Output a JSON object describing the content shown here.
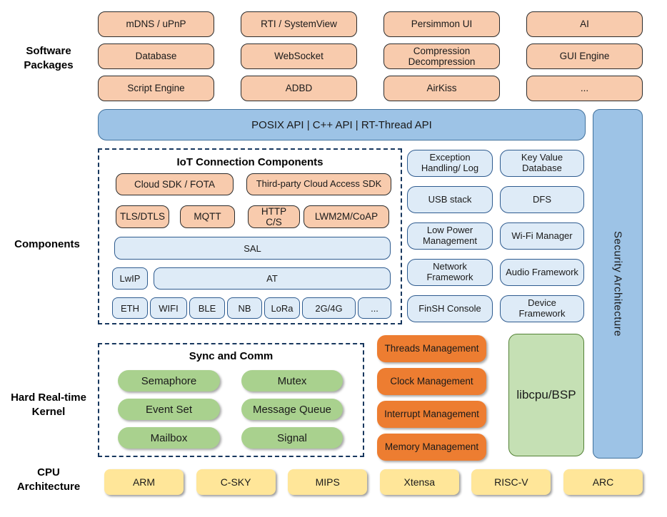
{
  "side_labels": {
    "software_packages": "Software Packages",
    "components": "Components",
    "kernel": "Hard Real-time Kernel",
    "cpu": "CPU Architecture"
  },
  "software_packages": {
    "items": [
      "mDNS / uPnP",
      "RTI / SystemView",
      "Persimmon UI",
      "AI",
      "Database",
      "WebSocket",
      "Compression Decompression",
      "GUI Engine",
      "Script Engine",
      "ADBD",
      "AirKiss",
      "..."
    ]
  },
  "api_bar": {
    "label": "POSIX API  |  C++ API  |  RT-Thread API"
  },
  "security": {
    "label": "Security Architecture"
  },
  "iot": {
    "title": "IoT Connection Components",
    "sdk_row": [
      "Cloud SDK / FOTA",
      "Third-party Cloud Access SDK"
    ],
    "proto_row": [
      "TLS/DTLS",
      "MQTT",
      "HTTP C/S",
      "LWM2M/CoAP"
    ],
    "sal": "SAL",
    "lwip": "LwIP",
    "at": "AT",
    "links": [
      "ETH",
      "WIFI",
      "BLE",
      "NB",
      "LoRa",
      "2G/4G",
      "..."
    ]
  },
  "component_boxes": {
    "items": [
      "Exception Handling/ Log",
      "Key Value Database",
      "USB stack",
      "DFS",
      "Low Power Management",
      "Wi-Fi Manager",
      "Network Framework",
      "Audio Framework",
      "FinSH Console",
      "Device Framework"
    ]
  },
  "kernel": {
    "sync_title": "Sync and Comm",
    "sync_items": [
      "Semaphore",
      "Mutex",
      "Event Set",
      "Message Queue",
      "Mailbox",
      "Signal"
    ],
    "management": [
      "Threads Management",
      "Clock Management",
      "Interrupt Management",
      "Memory Management"
    ],
    "libcpu": "libcpu/BSP"
  },
  "cpu": {
    "items": [
      "ARM",
      "C-SKY",
      "MIPS",
      "Xtensa",
      "RISC-V",
      "ARC"
    ]
  },
  "colors": {
    "peach": "#F8CBAD",
    "blue": "#9DC3E6",
    "light_blue": "#DEEBF7",
    "green": "#A9D18E",
    "light_green": "#C5E0B4",
    "orange": "#ED7D31",
    "yellow": "#FFE699",
    "dash_navy": "#17375E"
  }
}
